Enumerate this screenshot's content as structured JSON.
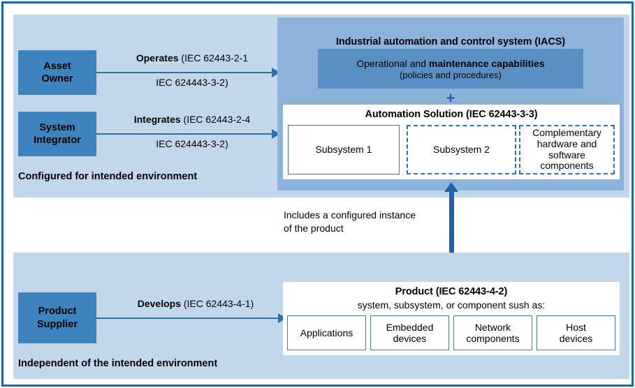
{
  "diagram": {
    "title": "IEC 62443 roles and scope diagram",
    "colors": {
      "frame_border": "#1a6aa8",
      "panel_bg": "#c3d7ea",
      "iacs_bg": "#8cb3d9",
      "actor_bg": "#3d83be",
      "opmaint_bg": "#5a8fc4",
      "arrow": "#2f6fa8",
      "vertical_arrow": "#1f63a6",
      "box_border": "#4a7ab5",
      "dashed_border": "#2f6fc0"
    }
  },
  "top_section": {
    "note": "Configured for intended environment",
    "actors": [
      {
        "name": "actor-asset-owner",
        "line1": "Asset",
        "line2": "Owner"
      },
      {
        "name": "actor-system-integrator",
        "line1": "System",
        "line2": "Integrator"
      }
    ],
    "arrows": [
      {
        "name": "arrow-operates",
        "verb": "Operates",
        "ref_line1": " (IEC 62443-2-1",
        "ref_line2": "IEC 624443-3-2)"
      },
      {
        "name": "arrow-integrates",
        "verb": "Integrates",
        "ref_line1": " (IEC 62443-2-4",
        "ref_line2": "IEC 624443-3-2)"
      }
    ],
    "iacs": {
      "title": "Industrial automation and control system (IACS)",
      "capabilities": {
        "line1_normal": "Operational and ",
        "line1_bold": "maintenance capabilities",
        "line2": "(policies and procedures)"
      },
      "plus": "+",
      "automation_solution": {
        "title": "Automation Solution (IEC 62443-3-3)",
        "items": [
          {
            "label": "Subsystem 1",
            "style": "solid"
          },
          {
            "label": "Subsystem 2",
            "style": "dashed"
          },
          {
            "label": "Complementary hardware and software components",
            "style": "dashed"
          }
        ]
      }
    }
  },
  "connector": {
    "note_line1": "Includes a configured instance",
    "note_line2": "of the product"
  },
  "bottom_section": {
    "note": "Independent of the intended environment",
    "actor": {
      "line1": "Product",
      "line2": "Supplier"
    },
    "arrow": {
      "verb": "Develops",
      "ref": " (IEC 62443-4-1)"
    },
    "product": {
      "title": "Product (IEC 62443-4-2)",
      "subtitle": "system, subsystem, or component sush as:",
      "items": [
        {
          "line1": "Applications",
          "line2": ""
        },
        {
          "line1": "Embedded",
          "line2": "devices"
        },
        {
          "line1": "Network",
          "line2": "components"
        },
        {
          "line1": "Host",
          "line2": "devices"
        }
      ]
    }
  }
}
